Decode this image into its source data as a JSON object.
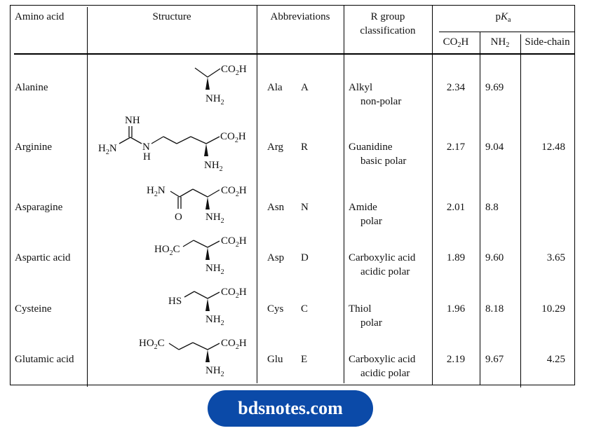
{
  "table": {
    "headers": {
      "amino_acid": "Amino acid",
      "structure": "Structure",
      "abbreviations": "Abbreviations",
      "r_group_line1": "R group",
      "r_group_line2": "classification",
      "pka_p": "p",
      "pka_K": "K",
      "pka_sub": "a",
      "co2h_main": "CO",
      "co2h_sub": "2",
      "co2h_end": "H",
      "nh2_main": "NH",
      "nh2_sub": "2",
      "side_chain": "Side-chain"
    },
    "rows": [
      {
        "name": "Alanine",
        "three": "Ala",
        "one": "A",
        "class1": "Alkyl",
        "class2": "non-polar",
        "co2h": "2.34",
        "nh2": "9.69",
        "side": ""
      },
      {
        "name": "Arginine",
        "three": "Arg",
        "one": "R",
        "class1": "Guanidine",
        "class2": "basic polar",
        "co2h": "2.17",
        "nh2": "9.04",
        "side": "12.48"
      },
      {
        "name": "Asparagine",
        "three": "Asn",
        "one": "N",
        "class1": "Amide",
        "class2": "polar",
        "co2h": "2.01",
        "nh2": "8.8",
        "side": ""
      },
      {
        "name": "Aspartic acid",
        "three": "Asp",
        "one": "D",
        "class1": "Carboxylic acid",
        "class2": "acidic polar",
        "co2h": "1.89",
        "nh2": "9.60",
        "side": "3.65"
      },
      {
        "name": "Cysteine",
        "three": "Cys",
        "one": "C",
        "class1": "Thiol",
        "class2": "polar",
        "co2h": "1.96",
        "nh2": "8.18",
        "side": "10.29"
      },
      {
        "name": "Glutamic acid",
        "three": "Glu",
        "one": "E",
        "class1": "Carboxylic acid",
        "class2": "acidic polar",
        "co2h": "2.19",
        "nh2": "9.67",
        "side": "4.25"
      }
    ],
    "structure_labels": {
      "co2h": "CO",
      "sub2": "2",
      "h": "H",
      "nh": "NH",
      "h2n": "H",
      "n": "N",
      "o": "O",
      "ho2c_ho": "HO",
      "ho2c_c": "C",
      "hs": "HS"
    }
  },
  "watermark": {
    "label": "bdsnotes.com",
    "color": "#0b4aa8"
  }
}
